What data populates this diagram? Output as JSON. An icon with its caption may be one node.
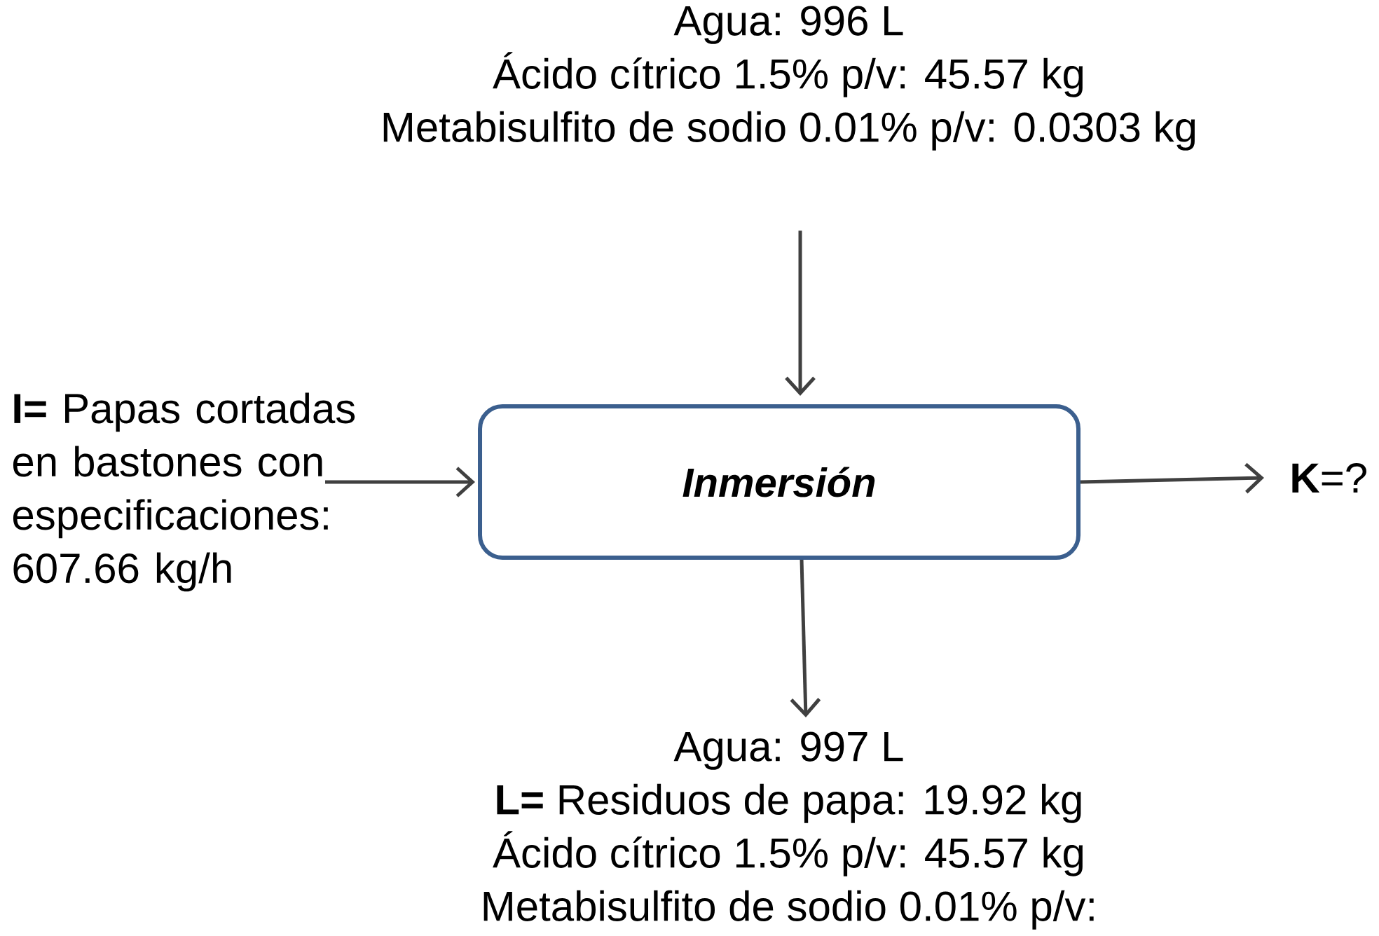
{
  "diagram": {
    "nodes": [
      {
        "text": [
          "Agua: 996 L",
          "Ácido cítrico 1.5% p/v: 45.57 kg",
          "Metabisulfito de sodio 0.01% p/v: 0.0303 kg"
        ]
      },
      {
        "text": [
          "**I=** Papas cortadas en bastones con especificaciones: 607.66 kg/h"
        ]
      },
      {
        "text": [
          "Inmersión"
        ]
      },
      {
        "text": [
          "**K**=?"
        ]
      },
      {
        "text": [
          "Agua: 997 L",
          "**L=** Residuos de papa: 19.92 kg",
          "Ácido cítrico 1.5% p/v: 45.57 kg",
          "Metabisulfito de sodio 0.01% p/v:"
        ]
      }
    ],
    "edges": [
      {
        "from": 0,
        "to": 2,
        "arrow": "to"
      },
      {
        "from": 1,
        "to": 2,
        "arrow": "to"
      },
      {
        "from": 2,
        "to": 3,
        "arrow": "to"
      },
      {
        "from": 2,
        "to": 4,
        "arrow": "to"
      }
    ]
  }
}
